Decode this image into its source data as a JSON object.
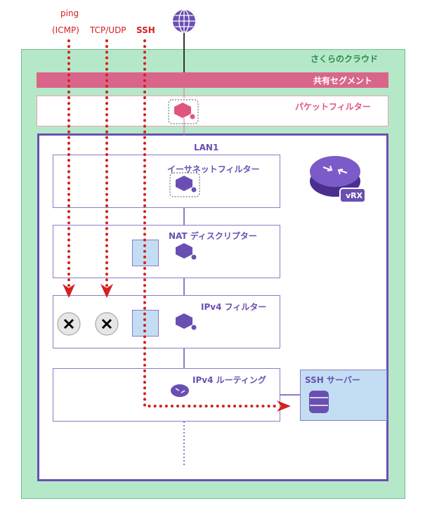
{
  "protocols": {
    "ping_line1": "ping",
    "ping_line2": "(ICMP)",
    "tcp": "TCP/UDP",
    "ssh": "SSH"
  },
  "cloud_label": "さくらのクラウド",
  "shared_segment_label": "共有セグメント",
  "packet_filter_label": "パケットフィルター",
  "lan_label": "LAN1",
  "router_badge": "vRX",
  "layers": {
    "ethernet_filter": "イーサネットフィルター",
    "nat": "NAT ディスクリプター",
    "ipv4_filter": "IPv4 フィルター",
    "ipv4_routing": "IPv4 ルーティング"
  },
  "ssh_server_label": "SSH サーバー",
  "colors": {
    "cloud_bg": "#b5e8c8",
    "segment": "#d9668a",
    "lan_border": "#6a4fb3",
    "flow_red": "#d42020",
    "highlight_box": "#c3def3"
  }
}
